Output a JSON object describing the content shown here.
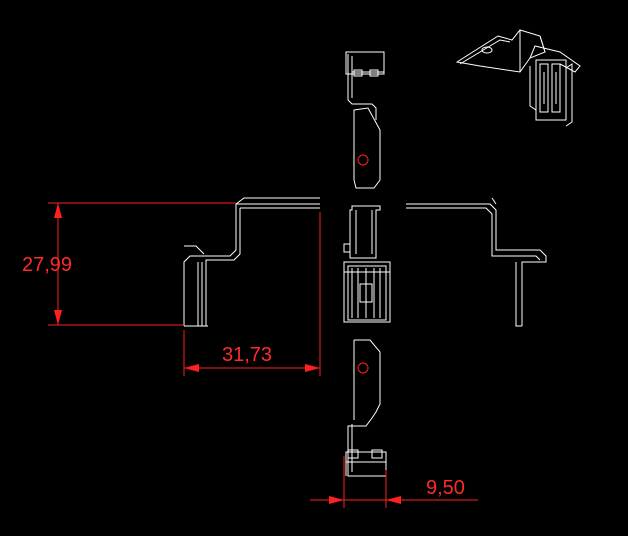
{
  "drawing": {
    "dimensions": [
      {
        "id": "height",
        "value": "27,99"
      },
      {
        "id": "width",
        "value": "31,73"
      },
      {
        "id": "thickness",
        "value": "9,50"
      }
    ],
    "colors": {
      "background": "#000000",
      "geometry": "#ffffff",
      "dimension": "#ff2020"
    }
  }
}
